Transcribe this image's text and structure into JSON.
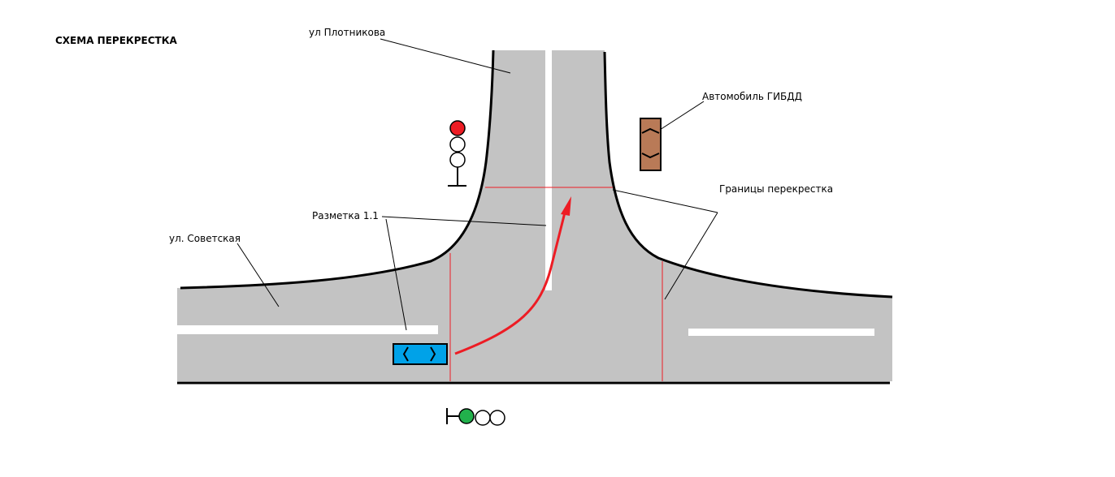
{
  "title": "СХЕМА ПЕРЕКРЕСТКА",
  "labels": {
    "street_top": "ул Плотникова",
    "street_left": "ул. Советская",
    "police_car": "Автомобиль ГИБДД",
    "boundaries": "Границы перекрестка",
    "marking": "Разметка 1.1"
  },
  "colors": {
    "road": "#c3c3c3",
    "edge": "#000000",
    "marking": "#ffffff",
    "boundary": "#ed1c24",
    "arrow": "#ed1c24",
    "car_blue": "#00a2e8",
    "police_car": "#b97a57",
    "light_red": "#ed1c24",
    "light_green": "#22b14c"
  },
  "traffic_lights": [
    {
      "name": "vertical-traffic-light",
      "lamps": [
        "red",
        "off",
        "off"
      ]
    },
    {
      "name": "horizontal-traffic-light",
      "lamps": [
        "green",
        "off",
        "off"
      ]
    }
  ]
}
